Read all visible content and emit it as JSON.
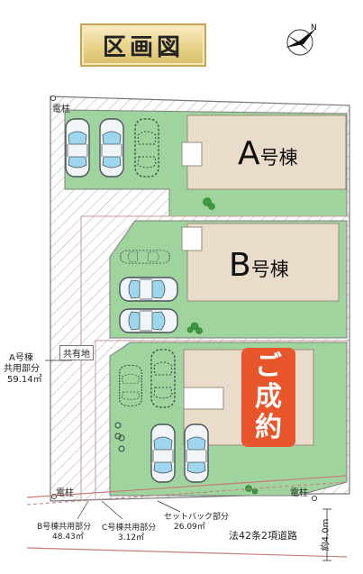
{
  "title": "区画図",
  "sold_label": [
    "ご",
    "成",
    "約"
  ],
  "buildings": {
    "a": {
      "letter": "A",
      "suffix": "号棟"
    },
    "b": {
      "letter": "B",
      "suffix": "号棟"
    }
  },
  "labels": {
    "pole_top": "電柱",
    "pole_bottom_left": "電柱",
    "pole_bottom_right": "電柱",
    "common_land": "共有地",
    "a_common": [
      "A号棟",
      "共用部分",
      "59.14㎡"
    ],
    "b_common": [
      "B号棟共用部分",
      "48.43㎡"
    ],
    "c_common": [
      "C号棟共用部分",
      "3.12㎡"
    ],
    "setback": [
      "セットバック部分",
      "26.09㎡"
    ],
    "road": "法42条2項道路",
    "road_width": "約4.0m"
  },
  "colors": {
    "lot_green": "#9fd49f",
    "building_fill": "#e9dccb",
    "road_line": "#c77b7b",
    "sold_badge": "#e8552a"
  },
  "icons": [
    "compass-icon",
    "car-icon",
    "tree-icon"
  ]
}
